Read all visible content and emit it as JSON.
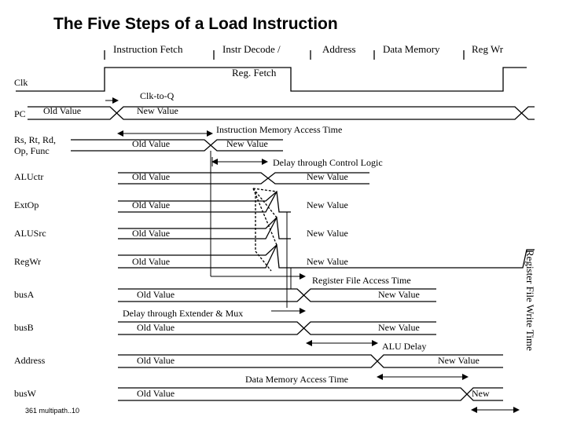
{
  "title": "The Five Steps of a Load Instruction",
  "phases": [
    "Instruction Fetch",
    "Instr Decode /",
    "Reg. Fetch",
    "Address",
    "Data Memory",
    "Reg Wr"
  ],
  "signals": {
    "clk": "Clk",
    "pc": "PC",
    "rs": "Rs, Rt, Rd,",
    "op": "Op, Func",
    "aluctr": "ALUctr",
    "extop": "ExtOp",
    "alusrc": "ALUSrc",
    "regwr": "RegWr",
    "busa": "busA",
    "busb": "busB",
    "address": "Address",
    "busw": "busW"
  },
  "values": {
    "old": "Old Value",
    "new": "New Value",
    "new_short": "New"
  },
  "annotations": {
    "clk_to_q": "Clk-to-Q",
    "imem": "Instruction Memory Access Time",
    "control": "Delay through Control Logic",
    "regfile": "Register File Access Time",
    "extender": "Delay through Extender & Mux",
    "alu": "ALU Delay",
    "dmem": "Data Memory Access Time",
    "regfile_write": "Register File Write Time"
  },
  "footer": "361 multipath..10"
}
